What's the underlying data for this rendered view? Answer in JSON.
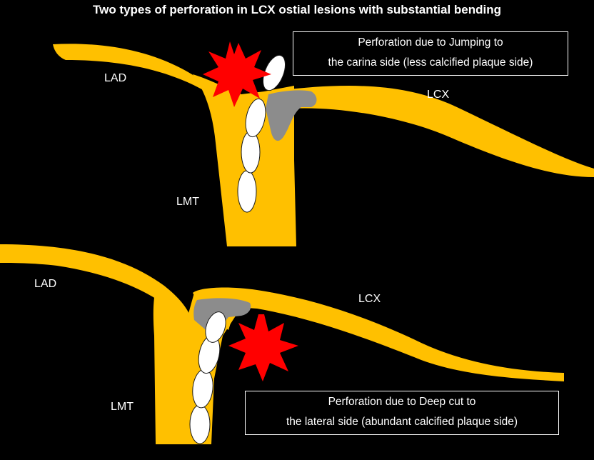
{
  "title": "Two types of perforation in LCX ostial lesions with substantial bending",
  "colors": {
    "background": "#000000",
    "vessel": "#FFC000",
    "plaque": "#8C8C8C",
    "perforation": "#FF0000",
    "balloon": "#FFFFFF"
  },
  "panel_top": {
    "labels": {
      "lad": "LAD",
      "lcx": "LCX",
      "lmt": "LMT"
    },
    "callout": {
      "line1": "Perforation due to Jumping to",
      "line2": "the carina side (less calcified plaque side)"
    }
  },
  "panel_bottom": {
    "labels": {
      "lad": "LAD",
      "lcx": "LCX",
      "lmt": "LMT"
    },
    "callout": {
      "line1": "Perforation due to Deep cut to",
      "line2": "the lateral side (abundant calcified plaque side)"
    }
  }
}
